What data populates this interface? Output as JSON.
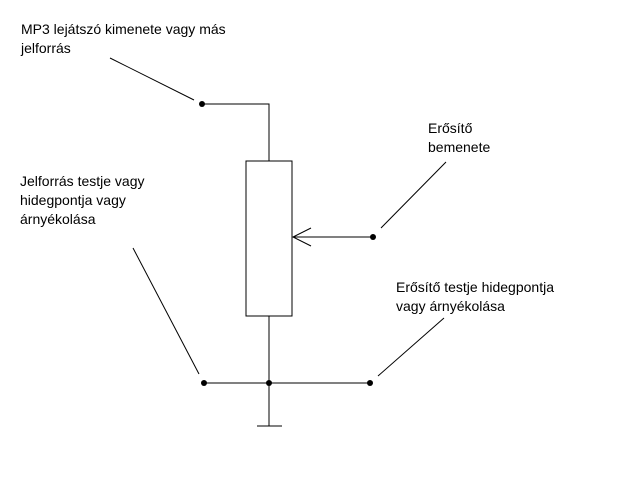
{
  "labels": {
    "source_out": [
      "MP3 lejátszó kimenete vagy más",
      "jelforrás"
    ],
    "amp_in": [
      "Erősítő",
      "bemenete"
    ],
    "source_gnd": [
      "Jelforrás testje vagy",
      "hidegpontja vagy",
      "árnyékolása"
    ],
    "amp_gnd": [
      "Erősítő testje hidegpontja",
      "vagy árnyékolása"
    ]
  },
  "colors": {
    "line": "#000000",
    "background": "#ffffff"
  }
}
